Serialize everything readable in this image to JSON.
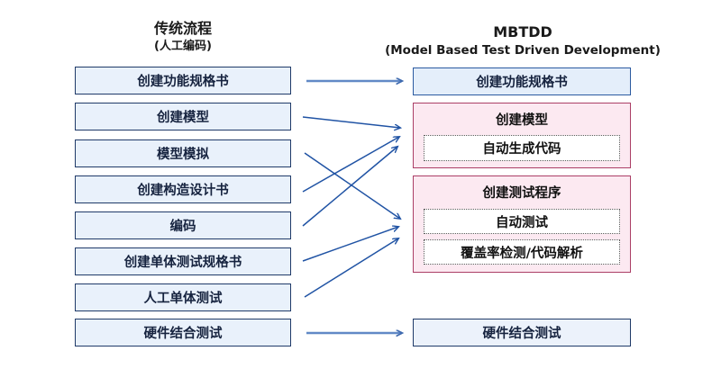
{
  "header": {
    "left": {
      "title": "传统流程",
      "subtitle": "(人工编码)"
    },
    "right": {
      "title": "MBTDD",
      "subtitle": "(Model Based Test Driven Development)"
    }
  },
  "traditional_steps": [
    "创建功能规格书",
    "创建模型",
    "模型模拟",
    "创建构造设计书",
    "编码",
    "创建单体测试规格书",
    "人工单体测试",
    "硬件结合测试"
  ],
  "mbtdd": {
    "spec_box": "创建功能规格书",
    "model_box": {
      "title": "创建模型",
      "items": [
        "自动生成代码"
      ]
    },
    "test_box": {
      "title": "创建测试程序",
      "items": [
        "自动测试",
        "覆盖率检测/代码解析"
      ]
    },
    "hw_box": "硬件结合测试"
  },
  "connections": [
    {
      "from": "创建功能规格书",
      "to": "创建功能规格书"
    },
    {
      "from": "创建模型",
      "to": "创建模型"
    },
    {
      "from": "模型模拟",
      "to": "创建测试程序"
    },
    {
      "from": "创建构造设计书",
      "to": "创建模型"
    },
    {
      "from": "编码",
      "to": "创建模型"
    },
    {
      "from": "创建单体测试规格书",
      "to": "创建测试程序"
    },
    {
      "from": "人工单体测试",
      "to": "创建测试程序"
    },
    {
      "from": "硬件结合测试",
      "to": "硬件结合测试"
    }
  ],
  "colors": {
    "blue_box_border": "#1f3a68",
    "blue_box_fill": "#e9f1fb",
    "right_spec_border": "#2b5aa0",
    "pink_box_border": "#ab3e66",
    "pink_box_fill": "#fce9f1",
    "dotted_border": "#5a5a5a",
    "arrow_dark": "#2053a4",
    "arrow_light": "#6189c6"
  }
}
